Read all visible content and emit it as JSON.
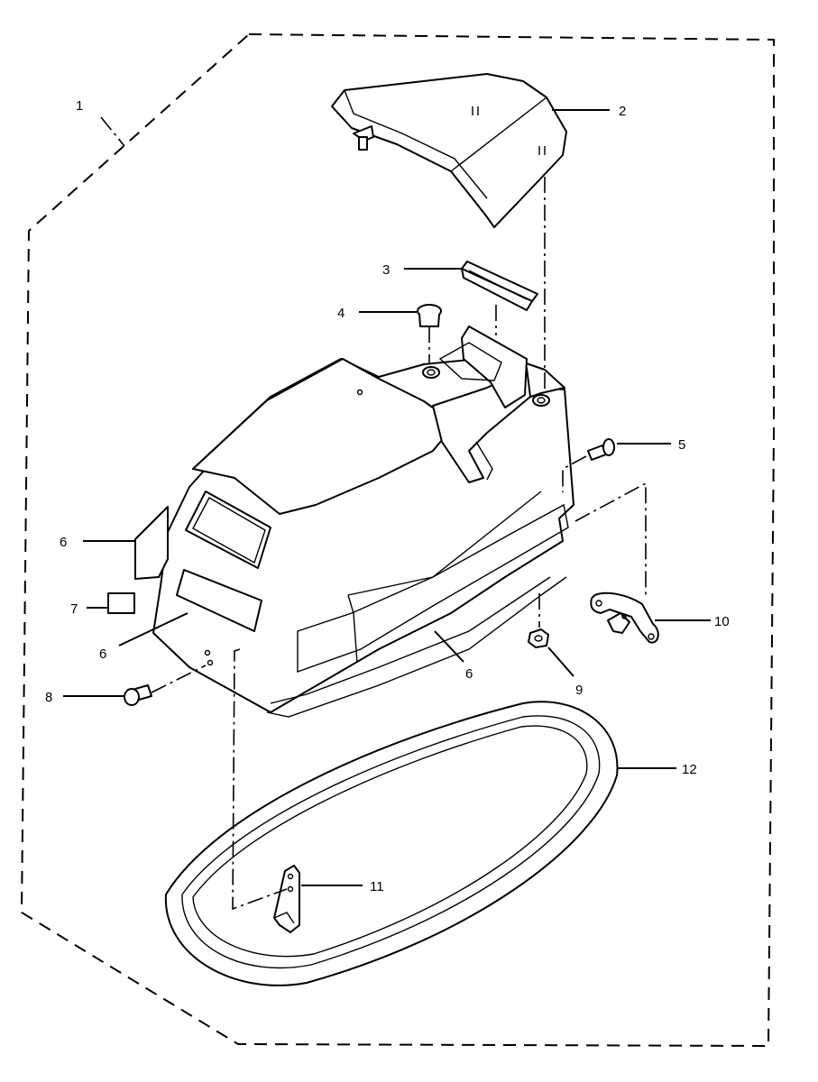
{
  "diagram": {
    "callouts": [
      {
        "id": "c1",
        "label": "1"
      },
      {
        "id": "c2",
        "label": "2"
      },
      {
        "id": "c3",
        "label": "3"
      },
      {
        "id": "c4",
        "label": "4"
      },
      {
        "id": "c5",
        "label": "5"
      },
      {
        "id": "c6a",
        "label": "6"
      },
      {
        "id": "c6b",
        "label": "6"
      },
      {
        "id": "c6c",
        "label": "6"
      },
      {
        "id": "c7",
        "label": "7"
      },
      {
        "id": "c8",
        "label": "8"
      },
      {
        "id": "c9",
        "label": "9"
      },
      {
        "id": "c10",
        "label": "10"
      },
      {
        "id": "c11",
        "label": "11"
      },
      {
        "id": "c12",
        "label": "12"
      }
    ]
  }
}
